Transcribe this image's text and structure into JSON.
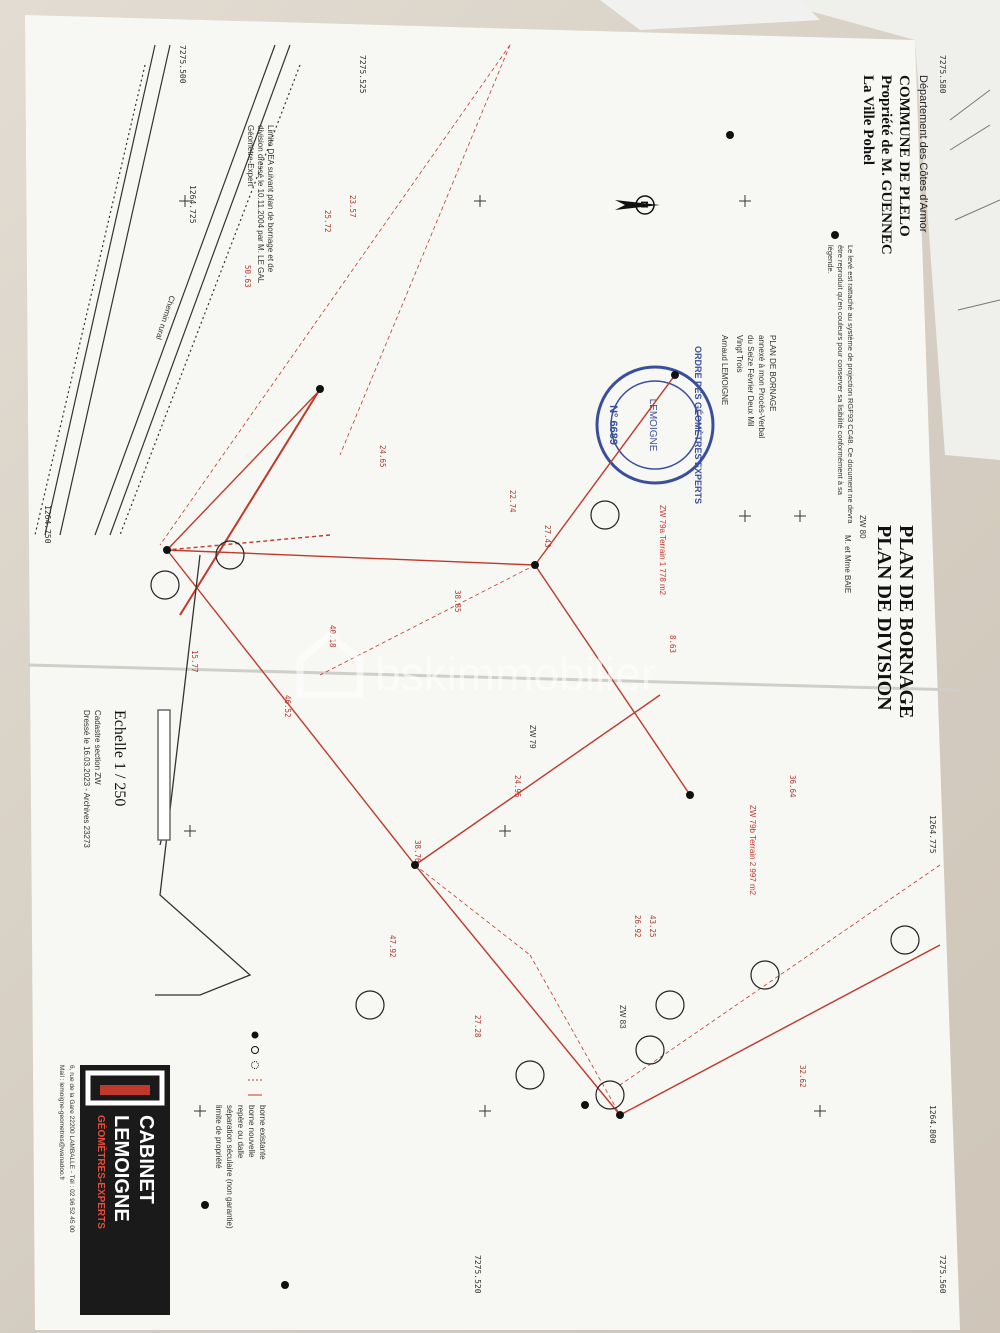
{
  "watermark": "bskimmobilier",
  "title_block": {
    "departement": "Département des Côtes d'Armor",
    "commune": "COMMUNE DE PLELO",
    "propriete": "Propriété de M. GUENNEC",
    "lieu": "La Ville Pohel"
  },
  "plan_titles": {
    "line1": "PLAN DE BORNAGE",
    "line2": "PLAN DE DIVISION"
  },
  "notes": {
    "projection": "Le levé est rattaché au système de projection RGF93 CC48. Ce document ne devra être reproduit qu'en couleurs pour conserver sa lisibilité conformément à sa légende.",
    "pv_block": [
      "PLAN DE BORNAGE",
      "annexé à mon Procès-Verbal",
      "du Seize Février Deux Mil",
      "Vingt Trois",
      "Arnaud LEMOIGNE"
    ],
    "limite_dea": "Limite DEA suivant plan de bornage et de division dressé le 10.11.2004 par M. LE GAL Géomètre-Expert"
  },
  "stamp": {
    "text": "ORDRE DES GÉOMÈTRES EXPERTS",
    "name": "LEMOIGNE",
    "number": "N° 6689"
  },
  "scale": {
    "label": "Echelle 1 / 250",
    "cadastre": "Cadastre section ZW",
    "dressé": "Dressé le 16.03.2023 - Archives 23273"
  },
  "legend": {
    "items": [
      "borne existante",
      "borne nouvelle",
      "repère ou dalle",
      "séparation séculaire (non garantie)",
      "limite de propriété"
    ]
  },
  "parcels": {
    "zw79a": "ZW 79a Terrain 1 778 m2",
    "zw79b": "ZW 79b Terrain 2 997 m2",
    "zw79": "ZW 79",
    "zw80": "ZW 80",
    "zw83": "ZW 83",
    "proprietaire": "M. et Mme BAIE",
    "chemin": "Chemin rural"
  },
  "coords": {
    "y1": "7275.580",
    "y2": "7275.500",
    "y3": "7275.520",
    "y4": "7275.525",
    "y5": "7275.560",
    "x1": "1264.725",
    "x2": "1264.750",
    "x3": "1264.775",
    "x4": "1264.800"
  },
  "dims": [
    "23.57",
    "25.72",
    "50.63",
    "24.65",
    "22.74",
    "27.43",
    "38.85",
    "40.18",
    "15.77",
    "46.52",
    "8.63",
    "36.64",
    "24.95",
    "38.76",
    "43.25",
    "26.92",
    "47.92",
    "27.28",
    "32.62"
  ],
  "cabinet": {
    "line1": "CABINET",
    "line2": "LEMOIGNE",
    "line3": "GÉOMÈTRES-EXPERTS",
    "address": "6, rue de la Gare 22200 LAMBALLE - Tél : 02 96 52 45 00",
    "mail": "Mail : lemoigne-geometres@wanadoo.fr"
  },
  "colors": {
    "paper": "#f7f7f4",
    "red": "#c0392b",
    "ink": "#1f1f1f",
    "brand": "#c0392b",
    "stamp": "#3a4f9c"
  }
}
